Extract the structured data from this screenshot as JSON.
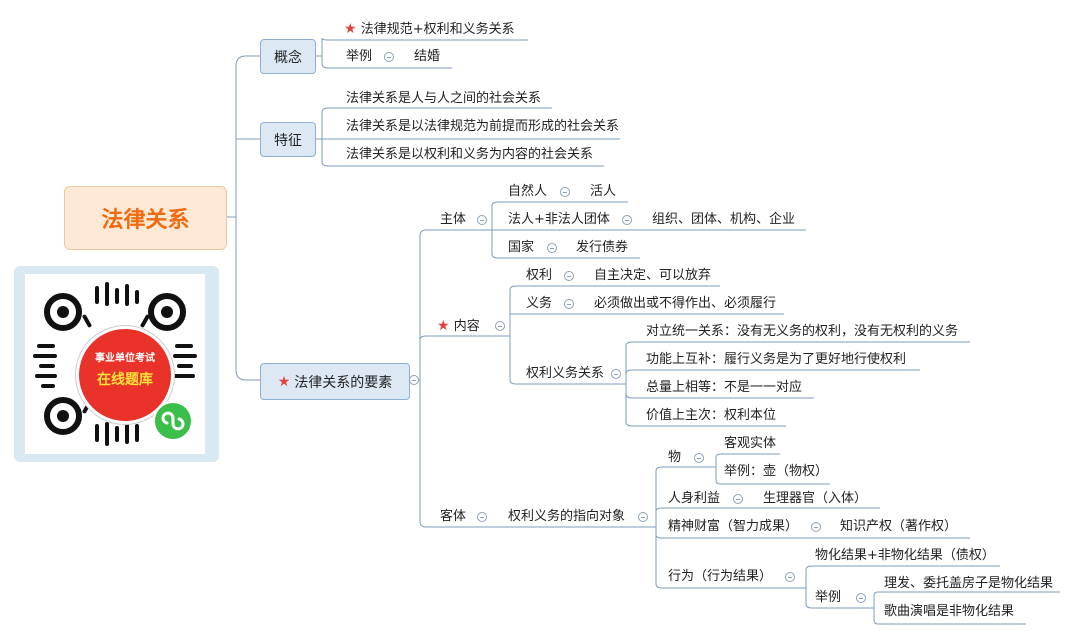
{
  "root": "法律关系",
  "branches": {
    "concept": {
      "label": "概念",
      "definition": "法律规范+权利和义务关系",
      "example_label": "举例",
      "example_value": "结婚"
    },
    "features": {
      "label": "特征",
      "items": [
        "法律关系是人与人之间的社会关系",
        "法律关系是以法律规范为前提而形成的社会关系",
        "法律关系是以权利和义务为内容的社会关系"
      ]
    },
    "elements": {
      "label": "法律关系的要素",
      "subject": {
        "label": "主体",
        "natural": "自然人",
        "natural_value": "活人",
        "legal": "法人+非法人团体",
        "legal_value": "组织、团体、机构、企业",
        "state": "国家",
        "state_value": "发行债券"
      },
      "content": {
        "label": "内容",
        "right": "权利",
        "right_value": "自主决定、可以放弃",
        "duty": "义务",
        "duty_value": "必须做出或不得作出、必须履行",
        "relation": "权利义务关系",
        "relation_items": [
          "对立统一关系：没有无义务的权利，没有无权利的义务",
          "功能上互补：履行义务是为了更好地行使权利",
          "总量上相等：不是一一对应",
          "价值上主次：权利本位"
        ]
      },
      "object": {
        "label": "客体",
        "desc": "权利义务的指向对象",
        "thing": "物",
        "thing_items": [
          "客观实体",
          "举例：壶（物权）"
        ],
        "personal": "人身利益",
        "personal_value": "生理器官（入体）",
        "spiritual": "精神财富（智力成果）",
        "spiritual_value": "知识产权（著作权）",
        "act": "行为（行为结果）",
        "act_value": "物化结果+非物化结果（债权）",
        "act_example": "举例",
        "act_example_items": [
          "理发、委托盖房子是物化结果",
          "歌曲演唱是非物化结果"
        ]
      }
    }
  },
  "qr": {
    "line1": "事业单位考试",
    "line2": "在线题库"
  },
  "colors": {
    "root_text": "#f06a10",
    "root_fill": "#fde9d6",
    "box_fill": "#dce8f4",
    "line": "#7f9cbc",
    "star": "#e5413a"
  }
}
